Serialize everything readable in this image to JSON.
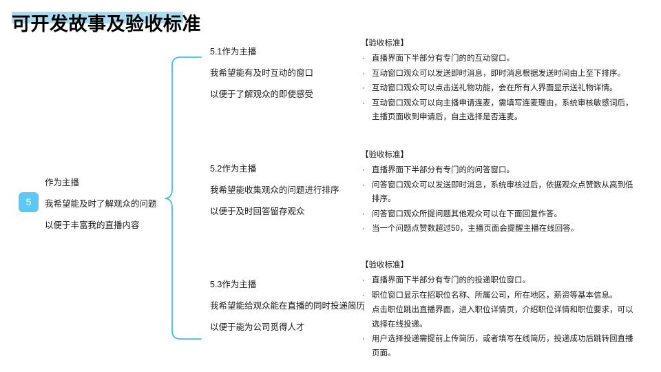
{
  "slide": {
    "title": "可开发故事及验收标准",
    "accent_color": "#5bc8f5",
    "highlight_color": "#a8dcf0",
    "connector_color": "#3fc0f0",
    "background_color": "#ffffff"
  },
  "root_node": {
    "badge": "5",
    "lines": [
      "作为主播",
      "我希望能及时了解观众的问题",
      "以便于丰富我的直播内容"
    ]
  },
  "stories": [
    {
      "id": "5.1",
      "lines": [
        "5.1作为主播",
        "我希望能有及时互动的窗口",
        "以便于了解观众的即使感受"
      ]
    },
    {
      "id": "5.2",
      "lines": [
        "5.2作为主播",
        "我希望能收集观众的问题进行排序",
        "以便于及时回答留存观众"
      ]
    },
    {
      "id": "5.3",
      "lines": [
        "5.3作为主播",
        "我希望能给观众能在直播的同时投递简历",
        "以便于能为公司觅得人才"
      ]
    }
  ],
  "criteria": [
    {
      "header": "【验收标准】",
      "bullet": "·",
      "items": [
        "直播界面下半部分有专门的的互动窗口。",
        "互动窗口观众可以发送即时消息，即时消息根据发送时间由上至下排序。",
        "互动窗口观众可以点击送礼物功能，会在所有人界面显示送礼物详情。",
        "互动窗口观众可以向主播申请连麦，需填写连麦理由，系统审核敏感词后，主播页面收到申请后，自主选择是否连麦。"
      ]
    },
    {
      "header": "【验收标准】",
      "bullet": "·",
      "items": [
        "直播界面下半部分有专门的的问答窗口。",
        "问答窗口观众可以发送即时消息，系统审核过后，依据观众点赞数从高到低排序。",
        "问答窗口观众所提问题其他观众可以在下面回复作答。",
        "当一个问题点赞数超过50，主播页面会提醒主播在线回答。"
      ]
    },
    {
      "header": "【验收标准】",
      "bullet": "·",
      "items": [
        "直播界面下半部分有专门的的投递职位窗口。",
        "职位窗口显示在招职位名称、所属公司，所在地区，薪资等基本信息。",
        "点击职位跳出直播界面，进入职位详情页，介绍职位详情和职位要求，可以选择在线投递。",
        "用户选择投递需提前上传简历，或者填写在线简历，投递成功后跳转回直播页面。"
      ]
    }
  ]
}
